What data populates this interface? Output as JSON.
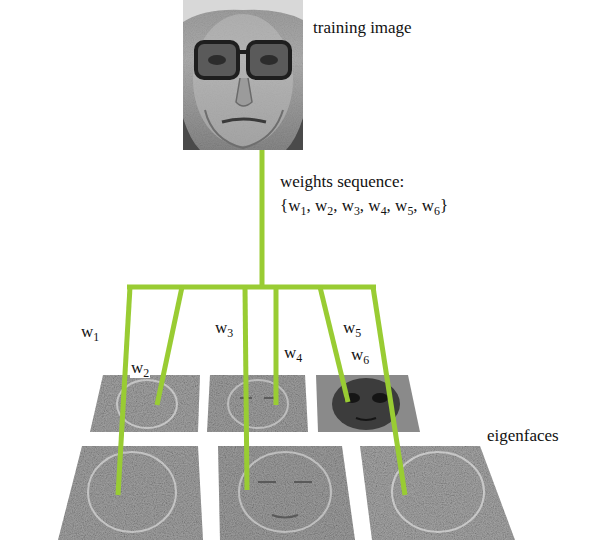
{
  "diagram": {
    "labels": [
      "training image",
      "weights sequence:",
      "{w1, w2, w3, w4, w5, w6}",
      "w1",
      "w2",
      "w3",
      "w4",
      "w5",
      "w6",
      "eigenfaces"
    ]
  }
}
